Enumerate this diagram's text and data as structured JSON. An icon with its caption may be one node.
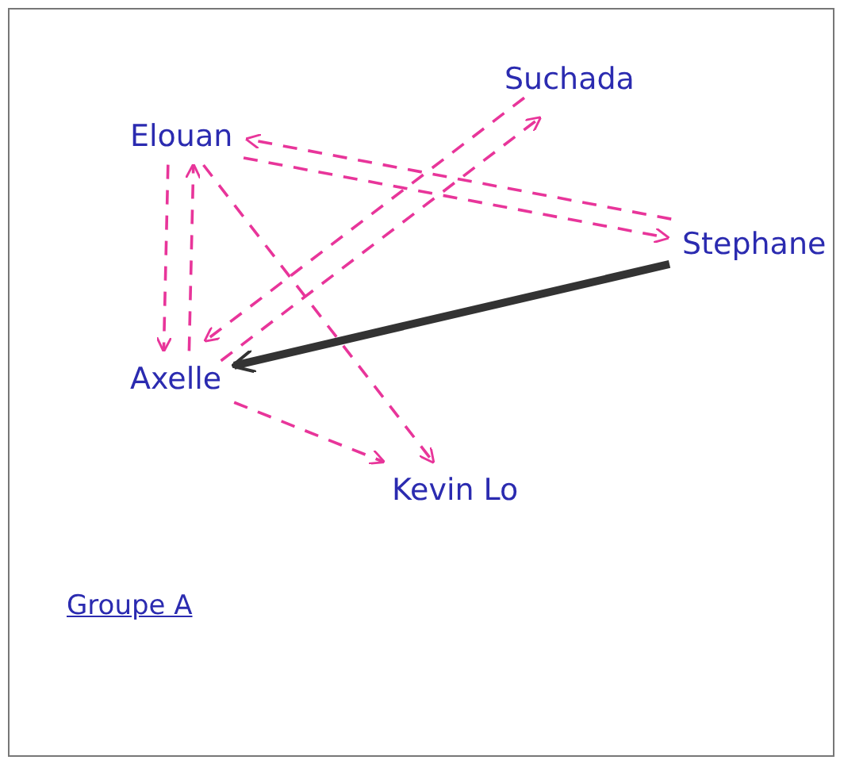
{
  "diagram": {
    "nodes": [
      {
        "text": [
          "Elouan"
        ]
      },
      {
        "text": [
          "Suchada"
        ]
      },
      {
        "text": [
          "Stephane"
        ]
      },
      {
        "text": [
          "Axelle"
        ]
      },
      {
        "text": [
          "Kevin Lo"
        ]
      }
    ],
    "edges": [
      {
        "from": 2,
        "to": 0,
        "arrow": "to",
        "style": "dashed"
      },
      {
        "from": 0,
        "to": 2,
        "arrow": "to",
        "style": "dashed"
      },
      {
        "from": 3,
        "to": 0,
        "arrow": "to",
        "style": "dashed"
      },
      {
        "from": 0,
        "to": 3,
        "arrow": "to",
        "style": "dashed"
      },
      {
        "from": 0,
        "to": 4,
        "arrow": "to",
        "style": "dashed"
      },
      {
        "from": 3,
        "to": 1,
        "arrow": "to",
        "style": "dashed"
      },
      {
        "from": 1,
        "to": 3,
        "arrow": "to",
        "style": "dashed"
      },
      {
        "from": 3,
        "to": 4,
        "arrow": "to",
        "style": "dashed"
      },
      {
        "from": 2,
        "to": 3,
        "arrow": "to",
        "style": "thick",
        "color": "#333333"
      }
    ],
    "labels": [
      "Groupe A"
    ]
  }
}
